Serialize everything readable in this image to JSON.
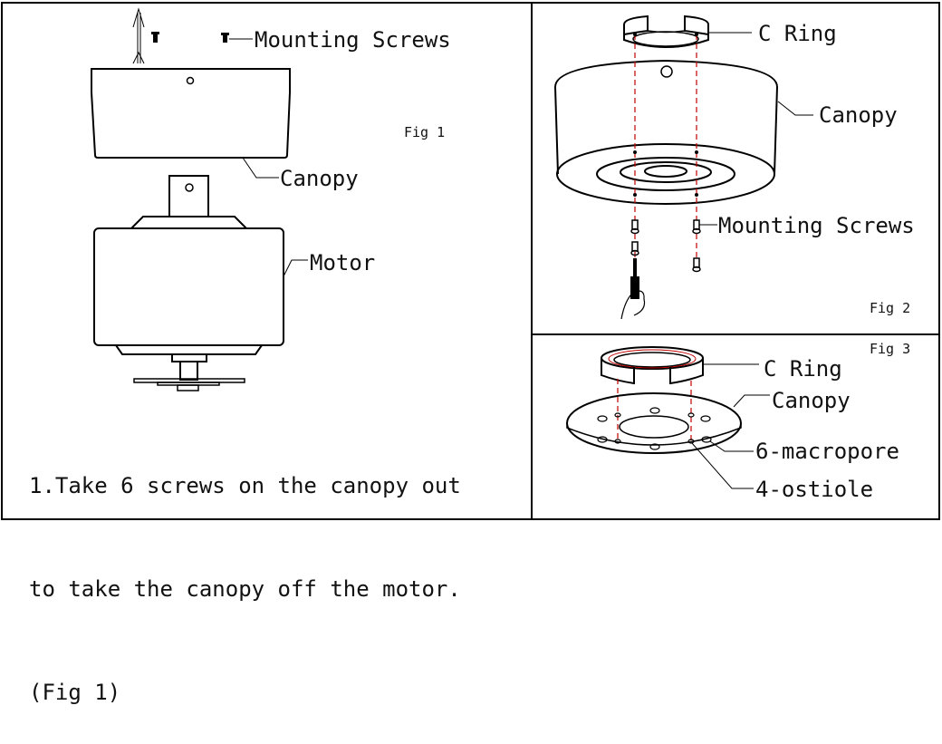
{
  "fig1": {
    "label": "Fig 1",
    "parts": {
      "mounting_screws": "Mounting Screws",
      "canopy": "Canopy",
      "motor": "Motor"
    },
    "caption": {
      "line1": "1.Take 6 screws on the canopy out",
      "line2": "to take the canopy off the motor.",
      "line3": "(Fig 1)"
    }
  },
  "fig2": {
    "label": "Fig 2",
    "parts": {
      "c_ring": "C Ring",
      "canopy": "Canopy",
      "mounting_screws": "Mounting Screws"
    }
  },
  "fig3": {
    "label": "Fig 3",
    "parts": {
      "c_ring": "C Ring",
      "canopy": "Canopy",
      "macropore": "6-macropore",
      "ostiole": "4-ostiole"
    }
  },
  "colors": {
    "line": "#000000",
    "guide": "#c00000"
  }
}
